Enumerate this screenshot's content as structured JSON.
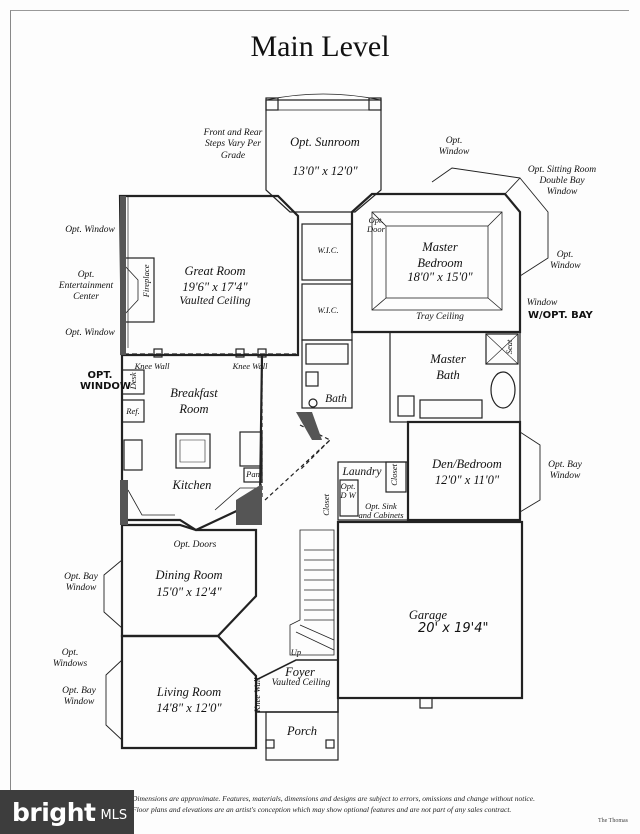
{
  "title": "Main Level",
  "rooms": {
    "sunroom": {
      "name": "Opt. Sunroom",
      "dim": "13'0\" x 12'0\""
    },
    "great": {
      "name": "Great Room",
      "dim": "19'6\" x 17'4\"",
      "sub": "Vaulted Ceiling"
    },
    "master": {
      "name": "Master Bedroom",
      "dim": "18'0\" x 15'0\"",
      "sub": "Tray Ceiling"
    },
    "mbath": {
      "name": "Master Bath"
    },
    "breakfast": {
      "name": "Breakfast Room"
    },
    "kitchen": {
      "name": "Kitchen"
    },
    "den": {
      "name": "Den/Bedroom",
      "dim": "12'0\" x 11'0\""
    },
    "dining": {
      "name": "Dining Room",
      "dim": "15'0\" x 12'4\""
    },
    "living": {
      "name": "Living Room",
      "dim": "14'8\" x 12'0\""
    },
    "garage": {
      "name": "Garage"
    },
    "foyer": {
      "name": "Foyer",
      "sub": "Vaulted Ceiling"
    },
    "porch": {
      "name": "Porch"
    },
    "laundry": {
      "name": "Laundry"
    },
    "bath": {
      "name": "Bath"
    }
  },
  "notes": {
    "front_rear_steps": "Front and Rear Steps Vary Per Grade",
    "opt_window_1": "Opt. Window",
    "opt_ent_center": "Opt. Entertainment Center",
    "opt_window_2": "Opt. Window",
    "opt_window_top": "Opt. Window",
    "opt_sitting": "Opt. Sitting Room Double Bay Window",
    "opt_window_right": "Opt. Window",
    "window_right": "Window",
    "opt_door": "Opt. Door",
    "opt_bay_den": "Opt. Bay Window",
    "opt_bay_dining": "Opt. Bay Window",
    "opt_windows": "Opt. Windows",
    "opt_bay_living": "Opt. Bay Window",
    "opt_doors": "Opt. Doors",
    "opt_sink": "Opt. Sink and Cabinets",
    "fireplace": "Fireplace",
    "knee_wall_1": "Knee Wall",
    "knee_wall_2": "Knee Wall",
    "knee_wall_3": "Knee Wall",
    "desk": "Desk",
    "ref": "Ref.",
    "pan": "Pan",
    "wic1": "W.I.C.",
    "wic2": "W.I.C.",
    "closet": "Closet",
    "seat": "Seat",
    "closet_side": "Closet",
    "up": "Up",
    "opt_d_w": "Opt. D W"
  },
  "handwritten": {
    "opt_window": "OPT. WINDOW",
    "w_opt_bay": "W/OPT. BAY",
    "garage_dim": "20' x 19'4\""
  },
  "footer": {
    "line1": "Dimensions are approximate. Features, materials, dimensions and designs are subject to errors, omissions and change without notice.",
    "line2": "Floor plans and elevations are an artist's conception which may show optional features and are not part of any sales contract."
  },
  "credit": "The Thomas",
  "watermark": {
    "word": "bright",
    "suffix": "MLS"
  }
}
